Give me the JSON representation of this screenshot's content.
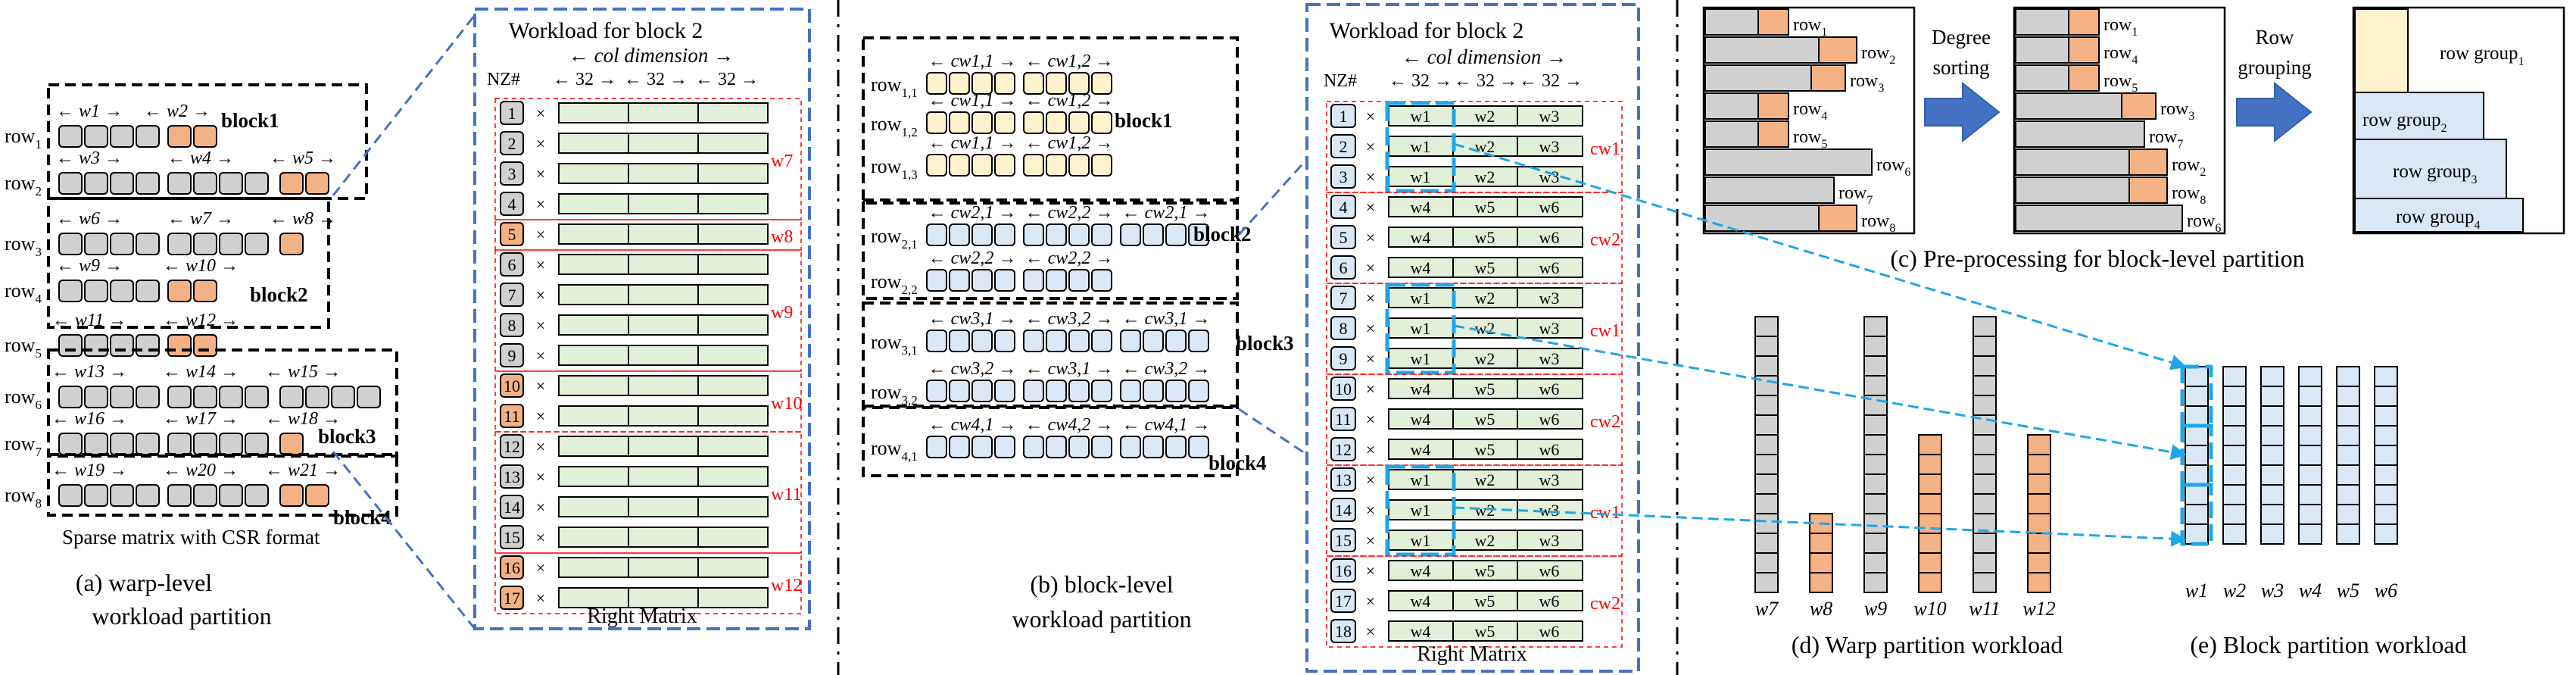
{
  "colors": {
    "gray": "#d0d0d0",
    "orange": "#f4b183",
    "green": "#e2efd9",
    "blue": "#dae8f6",
    "yellow": "#fff2cc",
    "accent_blue": "#4472c4",
    "cyan": "#1ea7e6",
    "red": "#ff0000"
  },
  "panel_a": {
    "caption_line1": "(a) warp-level",
    "caption_line2": "workload partition",
    "matrix_caption": "Sparse matrix with CSR format",
    "warp_labels": [
      "w1",
      "w2",
      "w3",
      "w4",
      "w5",
      "w6",
      "w7",
      "w8",
      "w9",
      "w10",
      "w11",
      "w12",
      "w13",
      "w14",
      "w15",
      "w16",
      "w17",
      "w18",
      "w19",
      "w20",
      "w21"
    ],
    "row_labels": [
      "row",
      "row",
      "row",
      "row",
      "row",
      "row",
      "row",
      "row"
    ],
    "row_subs": [
      "1",
      "2",
      "3",
      "4",
      "5",
      "6",
      "7",
      "8"
    ],
    "block_labels": [
      "block1",
      "block2",
      "block3",
      "block4"
    ]
  },
  "workload_a": {
    "title": "Workload for block 2",
    "col_dim": "col dimension",
    "col_sizes": [
      "32",
      "32",
      "32"
    ],
    "nz_header": "NZ#",
    "nz": [
      "1",
      "2",
      "3",
      "4",
      "5",
      "6",
      "7",
      "8",
      "9",
      "10",
      "11",
      "12",
      "13",
      "14",
      "15",
      "16",
      "17"
    ],
    "times": "×",
    "warp_tags": [
      "w7",
      "w8",
      "w9",
      "w10",
      "w11",
      "w12"
    ],
    "footer": "Right Matrix"
  },
  "panel_b": {
    "caption_line1": "(b) block-level",
    "caption_line2": "workload partition",
    "block_labels": [
      "block1",
      "block2",
      "block3",
      "block4"
    ],
    "row_groups": [
      {
        "row": "row",
        "sub": "1,1",
        "cw": [
          "cw1,1",
          "cw1,2"
        ]
      },
      {
        "row": "row",
        "sub": "1,2",
        "cw": [
          "cw1,1",
          "cw1,2"
        ]
      },
      {
        "row": "row",
        "sub": "1,3",
        "cw": [
          "cw1,1",
          "cw1,2"
        ]
      },
      {
        "row": "row",
        "sub": "2,1",
        "cw": [
          "cw2,1",
          "cw2,2",
          "cw2,1"
        ]
      },
      {
        "row": "row",
        "sub": "2,2",
        "cw": [
          "cw2,2",
          "cw2,2"
        ]
      },
      {
        "row": "row",
        "sub": "3,1",
        "cw": [
          "cw3,1",
          "cw3,2",
          "cw3,1"
        ]
      },
      {
        "row": "row",
        "sub": "3,2",
        "cw": [
          "cw3,2",
          "cw3,1",
          "cw3,2"
        ]
      },
      {
        "row": "row",
        "sub": "4,1",
        "cw": [
          "cw4,1",
          "cw4,2",
          "cw4,1"
        ]
      }
    ]
  },
  "workload_b": {
    "title": "Workload for block 2",
    "col_dim": "col dimension",
    "col_sizes": [
      "32",
      "32",
      "32"
    ],
    "nz_header": "NZ#",
    "nz": [
      "1",
      "2",
      "3",
      "4",
      "5",
      "6",
      "7",
      "8",
      "9",
      "10",
      "11",
      "12",
      "13",
      "14",
      "15",
      "16",
      "17",
      "18"
    ],
    "times": "×",
    "cells": [
      [
        "w1",
        "w2",
        "w3"
      ],
      [
        "w1",
        "w2",
        "w3"
      ],
      [
        "w1",
        "w2",
        "w3"
      ],
      [
        "w4",
        "w5",
        "w6"
      ],
      [
        "w4",
        "w5",
        "w6"
      ],
      [
        "w4",
        "w5",
        "w6"
      ],
      [
        "w1",
        "w2",
        "w3"
      ],
      [
        "w1",
        "w2",
        "w3"
      ],
      [
        "w1",
        "w2",
        "w3"
      ],
      [
        "w4",
        "w5",
        "w6"
      ],
      [
        "w4",
        "w5",
        "w6"
      ],
      [
        "w4",
        "w5",
        "w6"
      ],
      [
        "w1",
        "w2",
        "w3"
      ],
      [
        "w1",
        "w2",
        "w3"
      ],
      [
        "w1",
        "w2",
        "w3"
      ],
      [
        "w4",
        "w5",
        "w6"
      ],
      [
        "w4",
        "w5",
        "w6"
      ],
      [
        "w4",
        "w5",
        "w6"
      ]
    ],
    "cw_tags": [
      "cw1",
      "cw2",
      "cw1",
      "cw2",
      "cw1",
      "cw2"
    ],
    "footer": "Right Matrix"
  },
  "panel_c": {
    "caption": "(c) Pre-processing for block-level partition",
    "degree_sorting": [
      "Degree",
      "sorting"
    ],
    "row_grouping": [
      "Row",
      "grouping"
    ],
    "left_rows": [
      {
        "label": "row",
        "sub": "1"
      },
      {
        "label": "row",
        "sub": "2"
      },
      {
        "label": "row",
        "sub": "3"
      },
      {
        "label": "row",
        "sub": "4"
      },
      {
        "label": "row",
        "sub": "5"
      },
      {
        "label": "row",
        "sub": "6"
      },
      {
        "label": "row",
        "sub": "7"
      },
      {
        "label": "row",
        "sub": "8"
      }
    ],
    "mid_rows": [
      {
        "label": "row",
        "sub": "1"
      },
      {
        "label": "row",
        "sub": "4"
      },
      {
        "label": "row",
        "sub": "5"
      },
      {
        "label": "row",
        "sub": "3"
      },
      {
        "label": "row",
        "sub": "7"
      },
      {
        "label": "row",
        "sub": "2"
      },
      {
        "label": "row",
        "sub": "8"
      },
      {
        "label": "row",
        "sub": "6"
      }
    ],
    "groups": [
      {
        "label": "row group",
        "sub": "1"
      },
      {
        "label": "row group",
        "sub": "2"
      },
      {
        "label": "row group",
        "sub": "3"
      },
      {
        "label": "row group",
        "sub": "4"
      }
    ]
  },
  "panel_d": {
    "caption": "(d) Warp partition workload",
    "bars": [
      {
        "label": "w7",
        "cells": 14
      },
      {
        "label": "w8",
        "cells": 4
      },
      {
        "label": "w9",
        "cells": 14
      },
      {
        "label": "w10",
        "cells": 8
      },
      {
        "label": "w11",
        "cells": 14
      },
      {
        "label": "w12",
        "cells": 8
      }
    ]
  },
  "panel_e": {
    "caption": "(e) Block partition workload",
    "bars": [
      "w1",
      "w2",
      "w3",
      "w4",
      "w5",
      "w6"
    ],
    "cells": 9
  }
}
